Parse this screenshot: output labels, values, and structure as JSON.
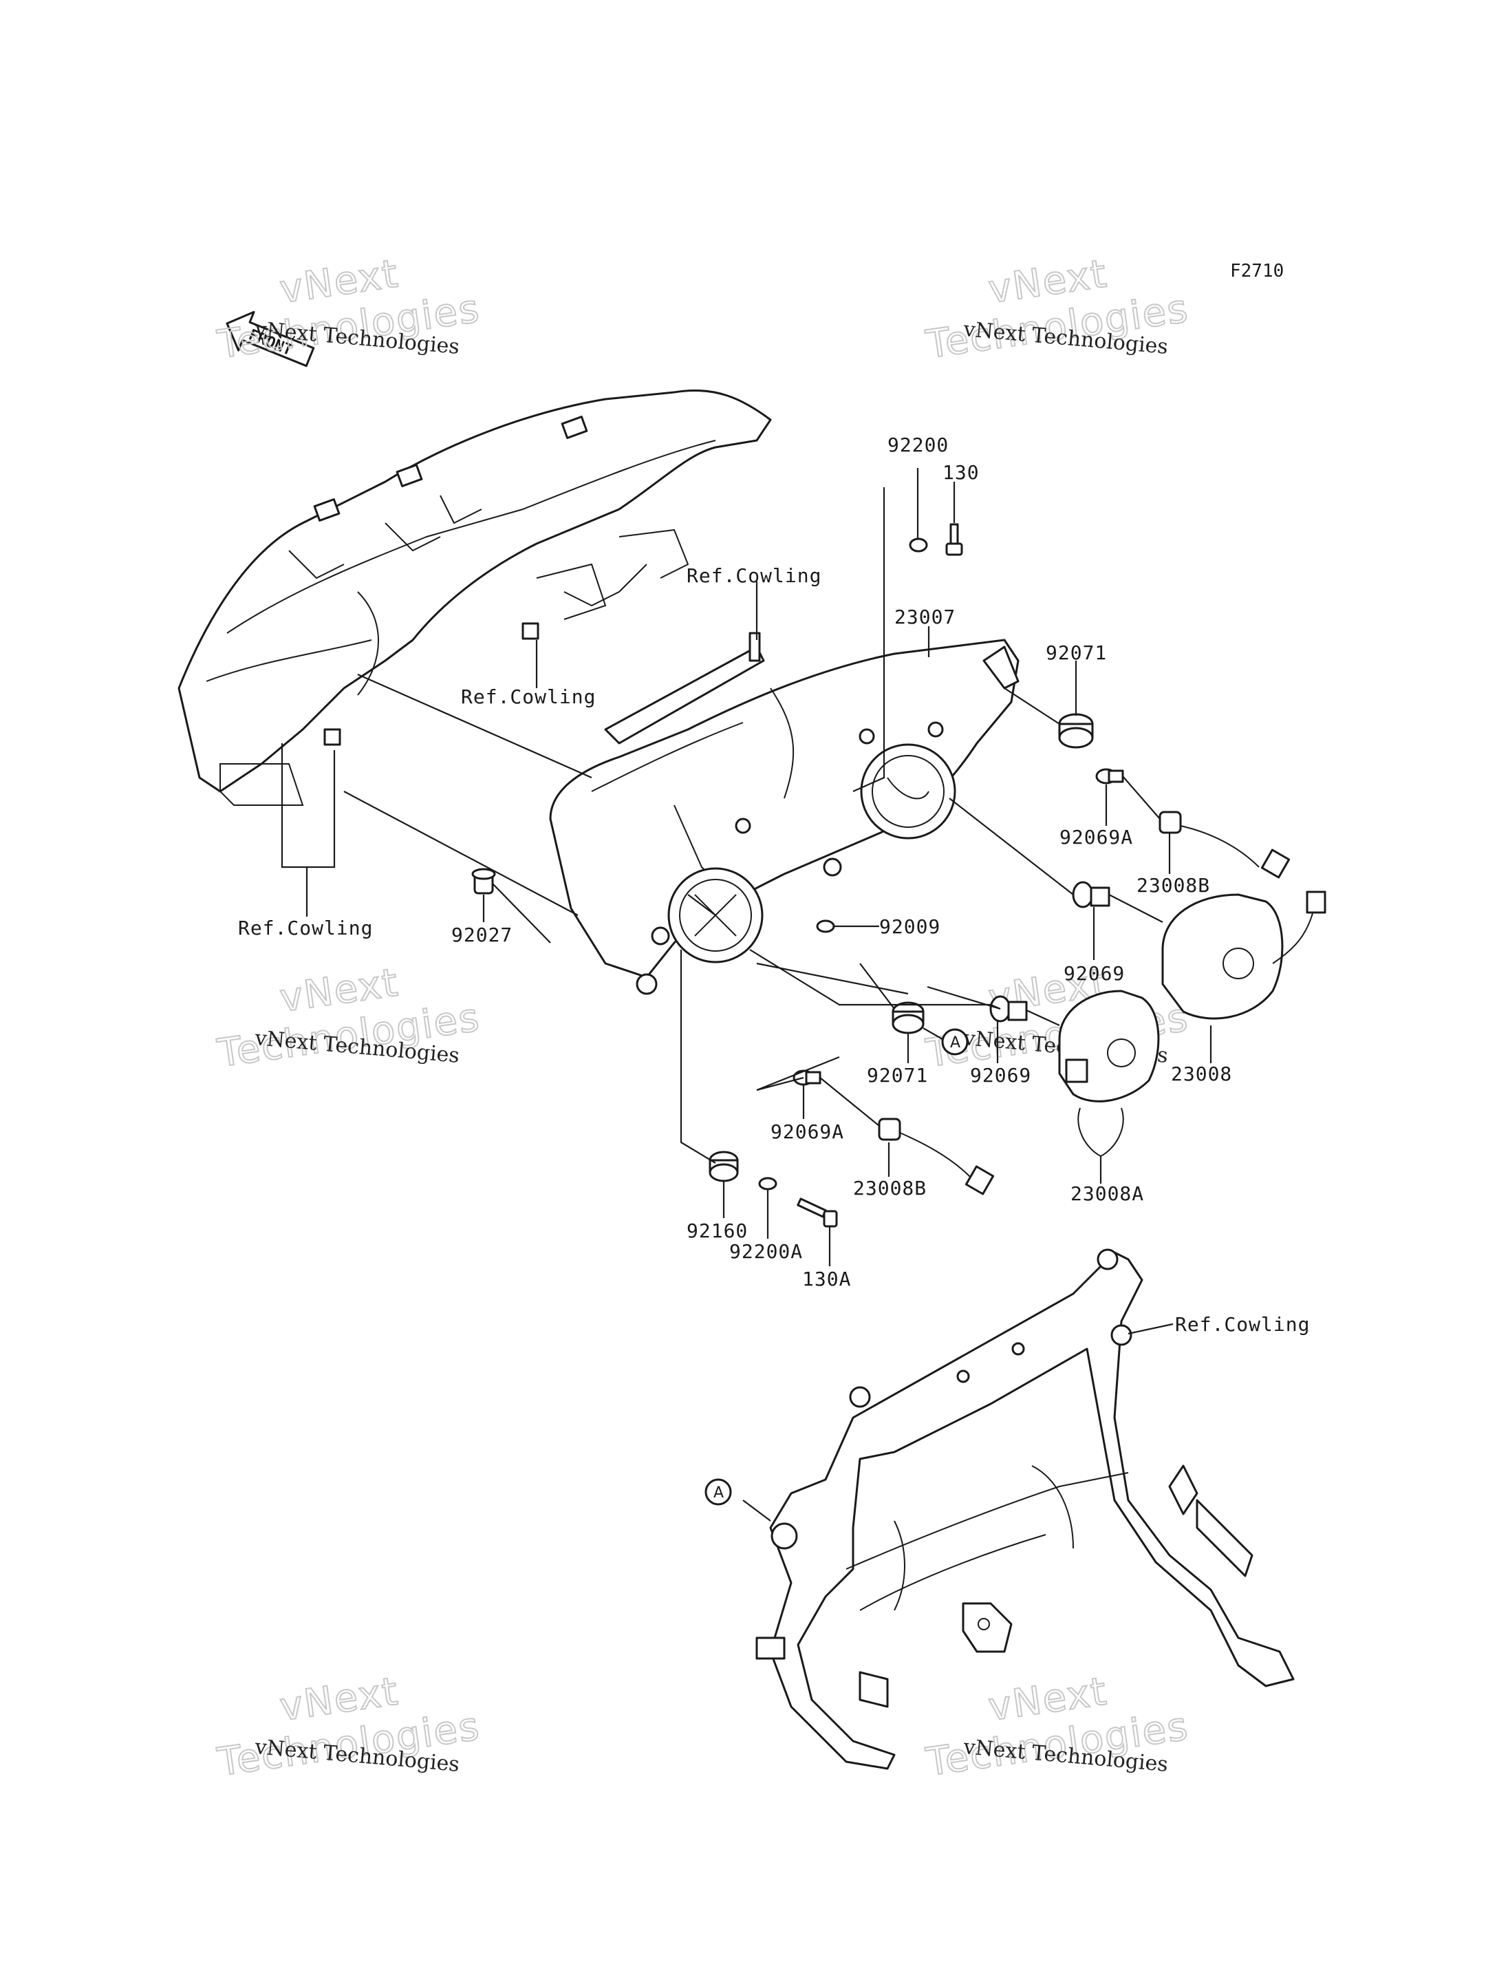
{
  "figure_code": "F2710",
  "front_arrow": "FRONT",
  "watermark": {
    "line1": "vNext Technologies",
    "line2": "Technologies",
    "line3": "vNext"
  },
  "callout_marker": "A",
  "labels": {
    "p92200": "92200",
    "p130": "130",
    "ref_cowling_top": "Ref.Cowling",
    "p23007": "23007",
    "p92071_top": "92071",
    "ref_cowling_mid": "Ref.Cowling",
    "p92069A_top": "92069A",
    "p23008B_top": "23008B",
    "ref_cowling_left": "Ref.Cowling",
    "p92027": "92027",
    "p92009": "92009",
    "p92069_top": "92069",
    "p23008": "23008",
    "p92071_bottom": "92071",
    "p92069_bottom": "92069",
    "p92069A_bottom": "92069A",
    "p23008B_bottom": "23008B",
    "p23008A": "23008A",
    "p92160": "92160",
    "p92200A": "92200A",
    "p130A": "130A",
    "ref_cowling_frame": "Ref.Cowling"
  }
}
